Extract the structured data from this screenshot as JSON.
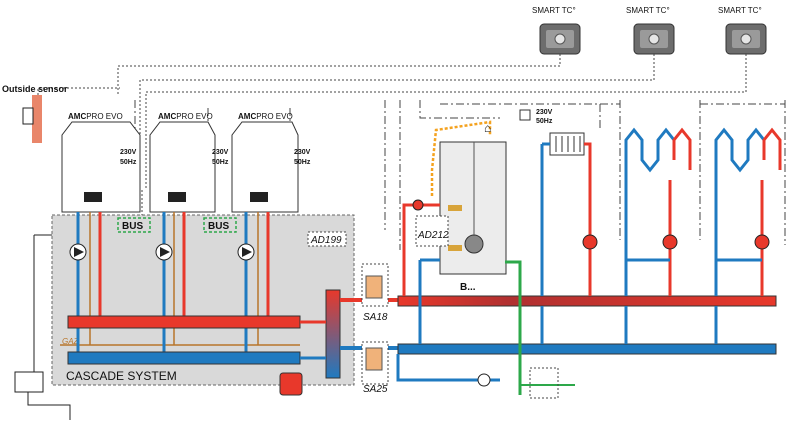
{
  "outside_sensor": "Outside sensor",
  "thermostats": [
    "SMART TC°",
    "SMART TC°",
    "SMART TC°"
  ],
  "boilers": [
    {
      "brand": "AMC",
      "model": "PRO EVO",
      "volt": "230V",
      "hz": "50Hz"
    },
    {
      "brand": "AMC",
      "model": "PRO EVO",
      "volt": "230V",
      "hz": "50Hz"
    },
    {
      "brand": "AMC",
      "model": "PRO EVO",
      "volt": "230V",
      "hz": "50Hz"
    }
  ],
  "bus_labels": [
    "BUS",
    "BUS"
  ],
  "cascade_label": "CASCADE SYSTEM",
  "gas_label": "GAZ",
  "accessories": {
    "ad199": "AD199",
    "ad212": "AD212",
    "sa18": "SA18",
    "sa25": "SA25"
  },
  "tank_label": "B...",
  "power_top": {
    "volt": "230V",
    "hz": "50Hz"
  },
  "colors": {
    "hot": "#e8382b",
    "cold": "#1f7ac0",
    "dhw": "#f4a21f",
    "gas": "#b8752a",
    "bus": "#2da84a",
    "shade": "#d9d9d9"
  }
}
